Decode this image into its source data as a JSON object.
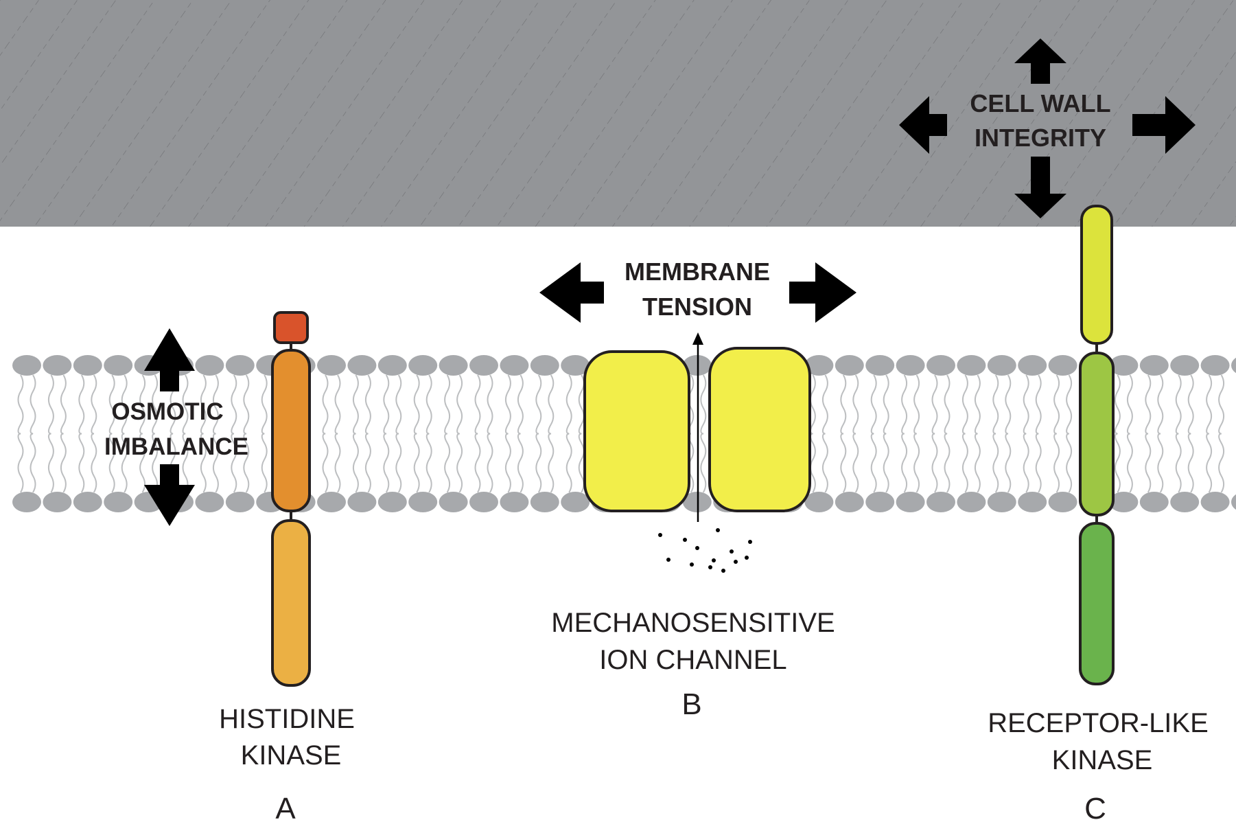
{
  "stimuli": {
    "cell_wall": [
      "CELL WALL",
      "INTEGRITY"
    ],
    "membrane": [
      "MEMBRANE",
      "TENSION"
    ],
    "osmotic": [
      "OSMOTIC",
      "IMBALANCE"
    ]
  },
  "sensors": {
    "A": {
      "name": [
        "HISTIDINE",
        "KINASE"
      ],
      "letter": "A"
    },
    "B": {
      "name": [
        "MECHANOSENSITIVE",
        "ION CHANNEL"
      ],
      "letter": "B"
    },
    "C": {
      "name": [
        "RECEPTOR-LIKE",
        "KINASE"
      ],
      "letter": "C"
    }
  },
  "colors": {
    "cell_wall": "#939598",
    "hatch": "#6d6e71",
    "lipid_head": "#a7a9ac",
    "lipid_tail": "#bcbec0",
    "outline": "#231f20",
    "hk_head": "#d9532b",
    "hk_tm": "#e38f2e",
    "hk_cyto": "#ebb044",
    "channel": "#f2ee4a",
    "rlk_top": "#dce33c",
    "rlk_mid": "#9dc644",
    "rlk_bottom": "#6ab34c"
  }
}
